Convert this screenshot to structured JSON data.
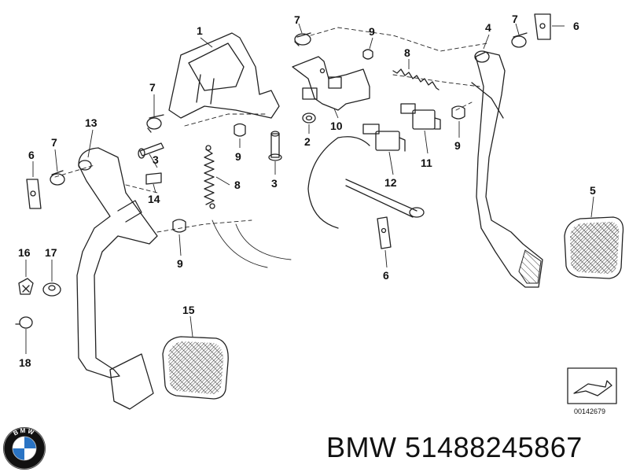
{
  "diagram": {
    "callouts": [
      "1",
      "2",
      "3",
      "3",
      "4",
      "5",
      "6",
      "6",
      "6",
      "7",
      "7",
      "7",
      "7",
      "8",
      "8",
      "9",
      "9",
      "9",
      "9",
      "10",
      "11",
      "12",
      "13",
      "14",
      "15",
      "16",
      "17",
      "18"
    ],
    "part_code": "00142679"
  },
  "caption": {
    "brand": "BMW",
    "part_number": "51488245867"
  },
  "logo": {
    "letters": "BMW",
    "colors": {
      "blue": "#2a74c4",
      "white": "#ffffff",
      "ring": "#111111"
    }
  }
}
